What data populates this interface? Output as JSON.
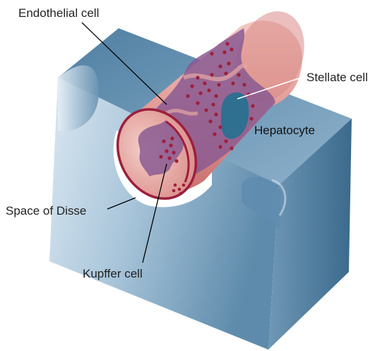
{
  "labels": {
    "endothelial_cell": "Endothelial cell",
    "stellate_cell": "Stellate cell",
    "hepatocyte": "Hepatocyte",
    "space_of_disse": "Space of Disse",
    "kupffer_cell": "Kupffer cell"
  },
  "colors": {
    "hepatocyte_light": "#cfe0ec",
    "hepatocyte_mid": "#7fa6c2",
    "hepatocyte_dark": "#3f6f92",
    "sinusoid_light": "#f2c4bd",
    "sinusoid_mid": "#d98a86",
    "endothelium_purple": "#8a5a92",
    "kupffer_red": "#9c1f3c",
    "stellate_blue": "#2f6f8f",
    "space_white": "#ffffff"
  }
}
